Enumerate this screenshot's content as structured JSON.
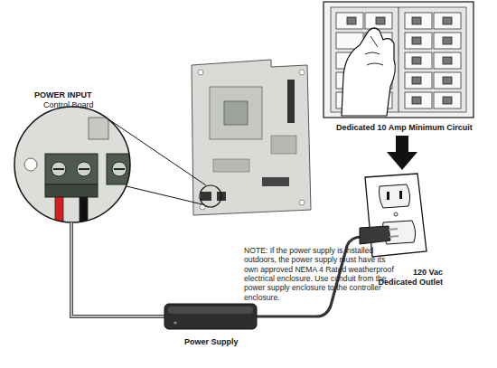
{
  "diagram": {
    "labels": [
      "POWER INPUT",
      "Control Board",
      "Dedicated 10 Amp Minimum Circuit",
      "NOTE: If the power supply is installed outdoors, the power supply must have its own approved NEMA 4 Rated weatherproof electrical enclosure. Use conduit from the power supply enclosure to the controller enclosure.",
      "120 Vac",
      "Dedicated Outlet",
      "Power Supply"
    ]
  }
}
